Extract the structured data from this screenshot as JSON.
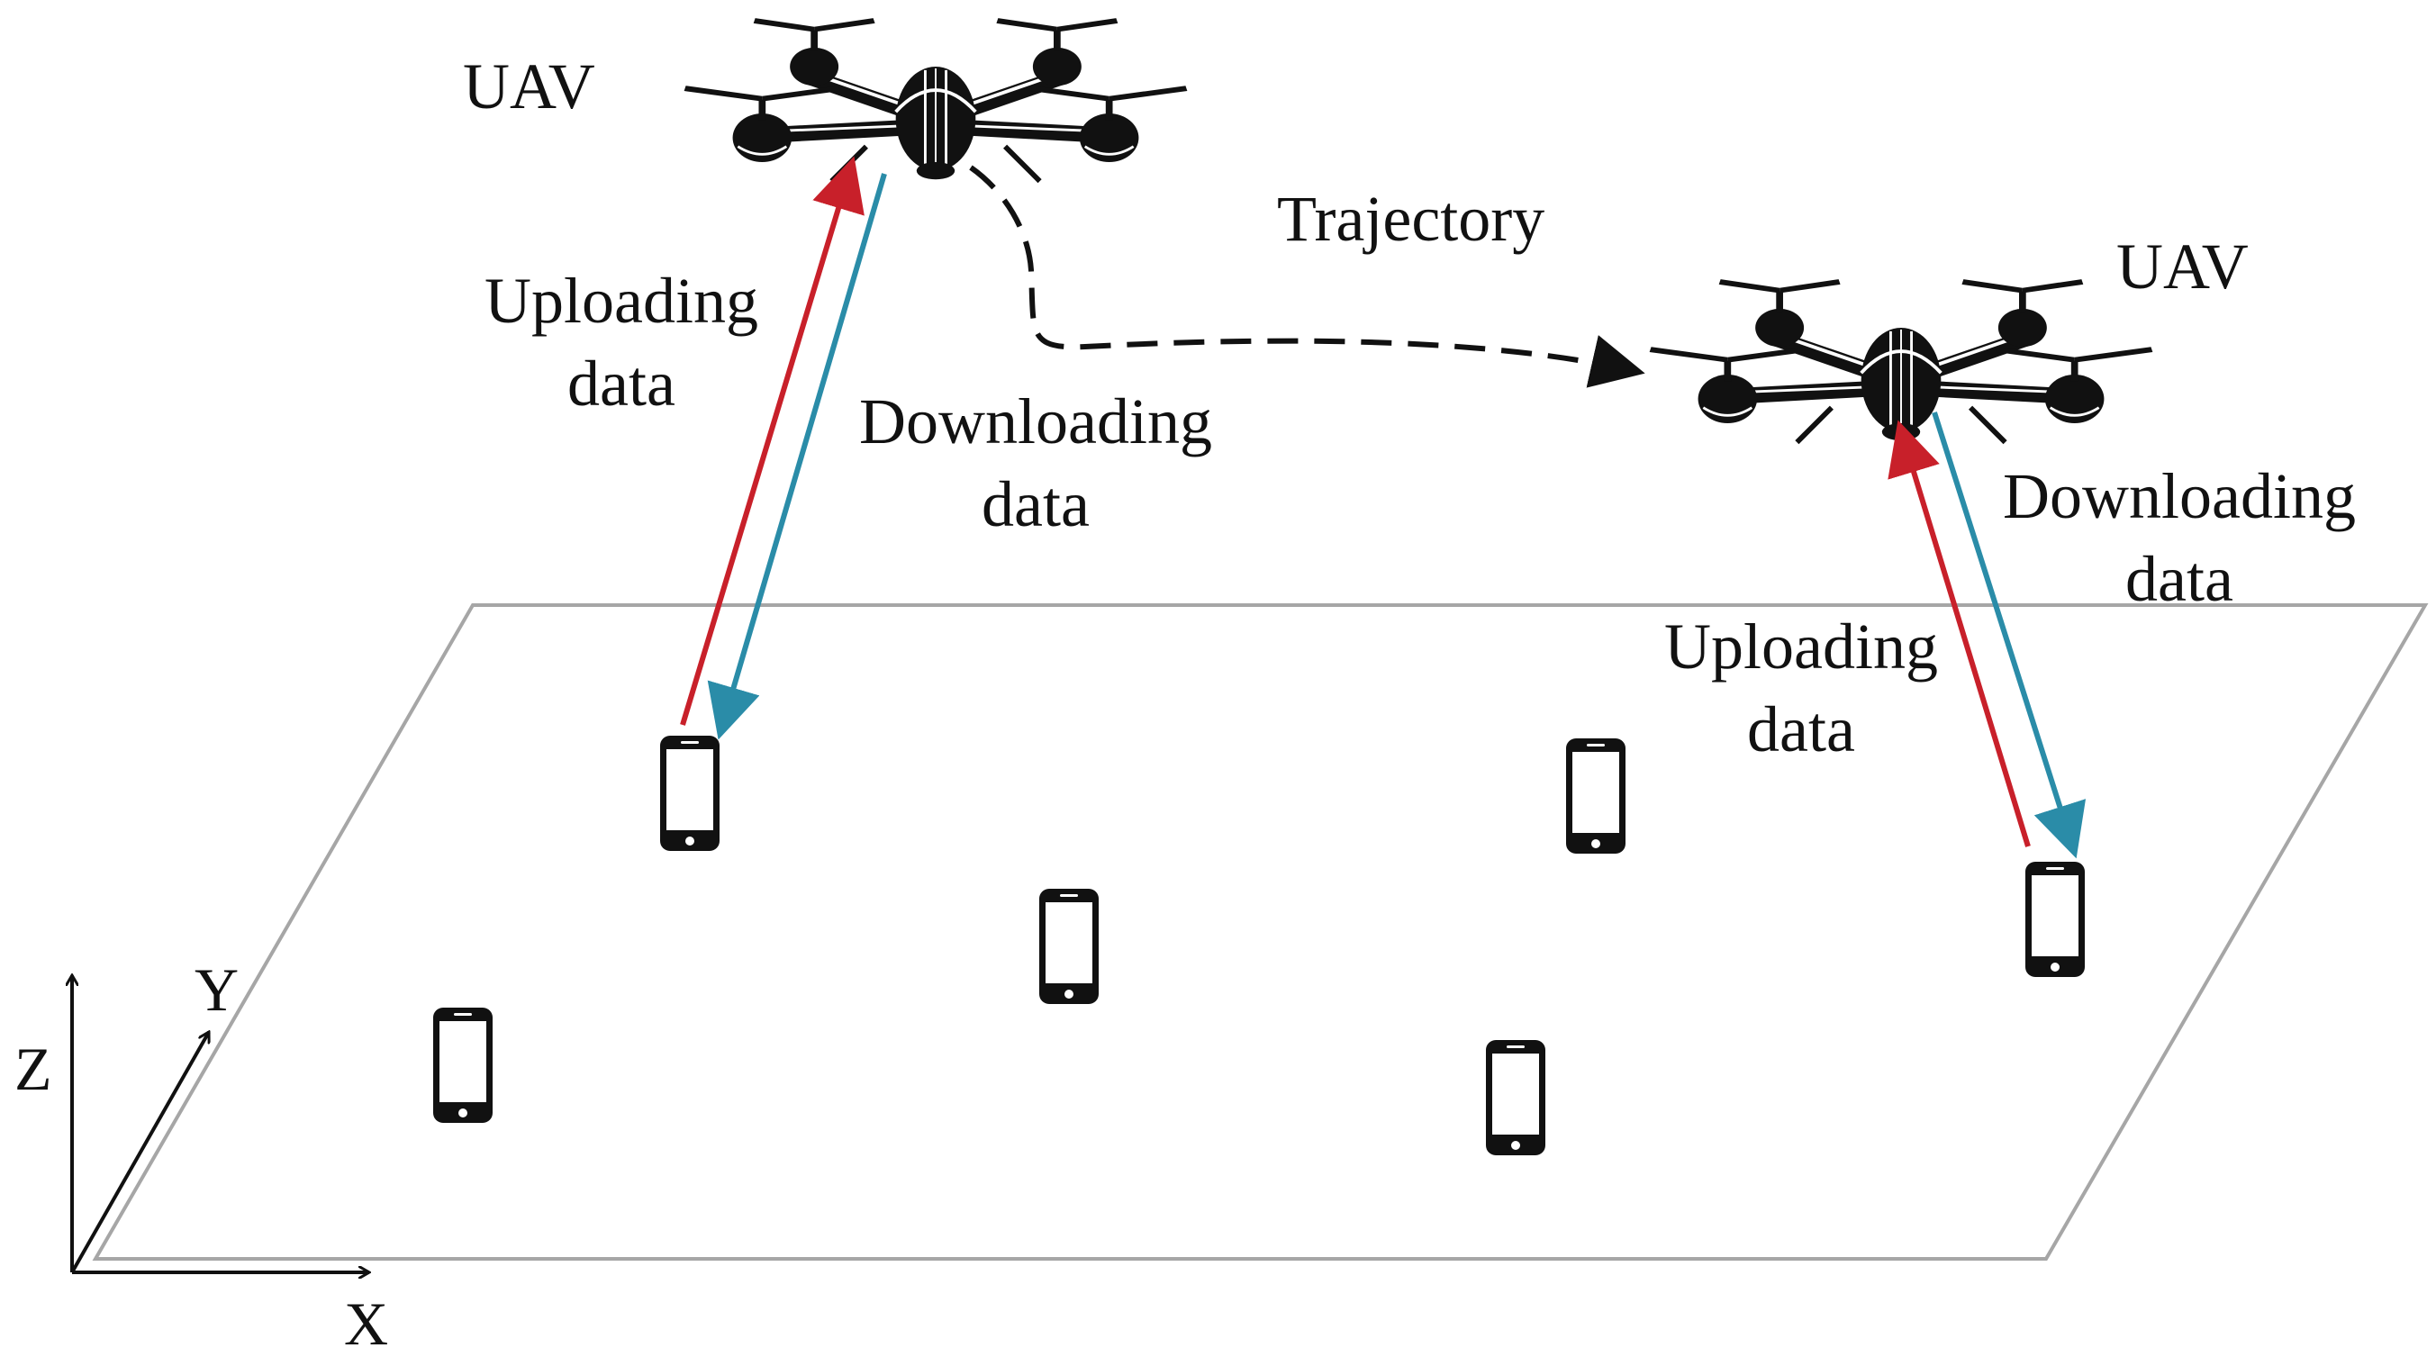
{
  "colors": {
    "upload_arrow": "#c8202a",
    "download_arrow": "#2a8ca8",
    "ground_plane": "#a6a6a6",
    "trajectory": "#111111",
    "device": "#111111"
  },
  "icons": {
    "uav": "quadcopter-drone-icon",
    "device": "smartphone-icon"
  },
  "labels": {
    "uav_left": "UAV",
    "uav_right": "UAV",
    "trajectory": "Trajectory",
    "left_upload_line1": "Uploading",
    "left_upload_line2": "data",
    "left_download_line1": "Downloading",
    "left_download_line2": "data",
    "right_upload_line1": "Uploading",
    "right_upload_line2": "data",
    "right_download_line1": "Downloading",
    "right_download_line2": "data"
  },
  "axes": {
    "x": "X",
    "y": "Y",
    "z": "Z"
  }
}
